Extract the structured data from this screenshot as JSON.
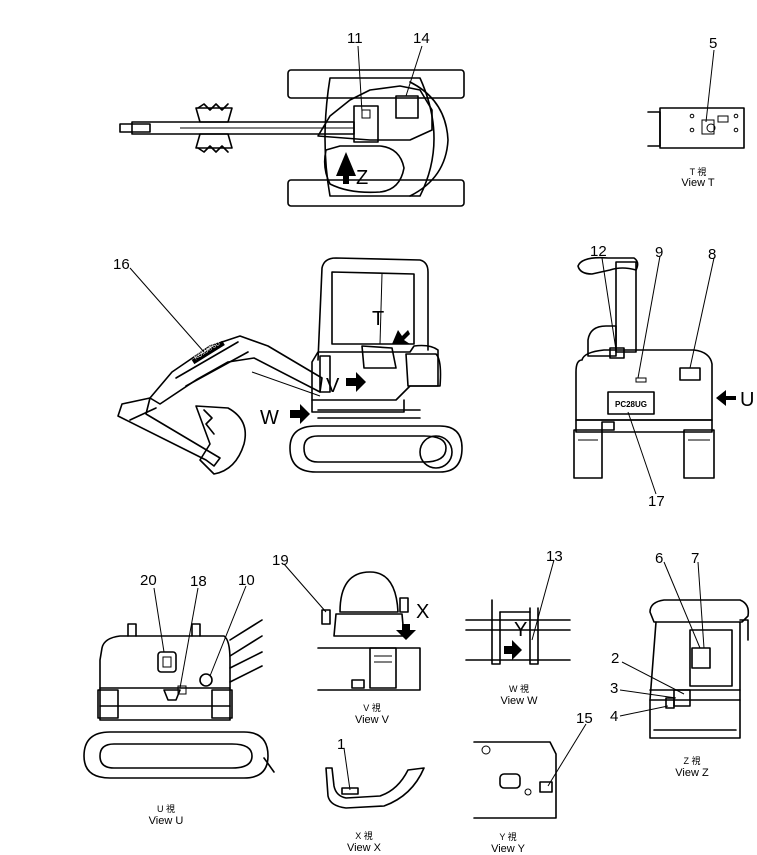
{
  "callouts": [
    "1",
    "2",
    "3",
    "4",
    "5",
    "6",
    "7",
    "8",
    "9",
    "10",
    "11",
    "12",
    "13",
    "14",
    "15",
    "16",
    "17",
    "18",
    "19",
    "20"
  ],
  "view_letters": {
    "z": "Z",
    "t": "T",
    "v": "V",
    "w": "W",
    "u": "U",
    "x": "X",
    "y": "Y"
  },
  "view_captions": {
    "t": {
      "kanji": "T 視",
      "english": "View T"
    },
    "u": {
      "kanji": "U 視",
      "english": "View U"
    },
    "v": {
      "kanji": "V 視",
      "english": "View V"
    },
    "w": {
      "kanji": "W 視",
      "english": "View W"
    },
    "x": {
      "kanji": "X 視",
      "english": "View X"
    },
    "y": {
      "kanji": "Y 視",
      "english": "View Y"
    },
    "z": {
      "kanji": "Z 視",
      "english": "View Z"
    }
  },
  "decal_text": {
    "model_plate": "PC28UG",
    "boom_logo": "KOMATSU"
  }
}
